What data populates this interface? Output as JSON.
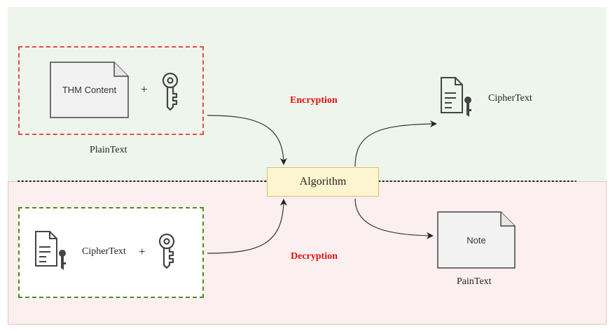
{
  "encryption_label": "Encryption",
  "decryption_label": "Decryption",
  "algorithm_label": "Algorithm",
  "plain_group": {
    "file_label": "THM Content",
    "plus": "+",
    "caption": "PlainText"
  },
  "cipher_group": {
    "file_label": "CipherText",
    "plus": "+"
  },
  "cipher_output": {
    "label": "CipherText"
  },
  "plain_output": {
    "file_label": "Note",
    "caption": "PainText"
  },
  "colors": {
    "encryption_bg": "#eef5ec",
    "decryption_bg": "#fcefef",
    "plaintext_border": "#e84a4a",
    "ciphertext_border": "#4f8e1a",
    "algorithm_fill": "#fdf5cf",
    "label_red": "#e01010"
  },
  "icons": [
    "document-icon",
    "key-icon",
    "encrypted-document-icon",
    "arrow-icon"
  ]
}
